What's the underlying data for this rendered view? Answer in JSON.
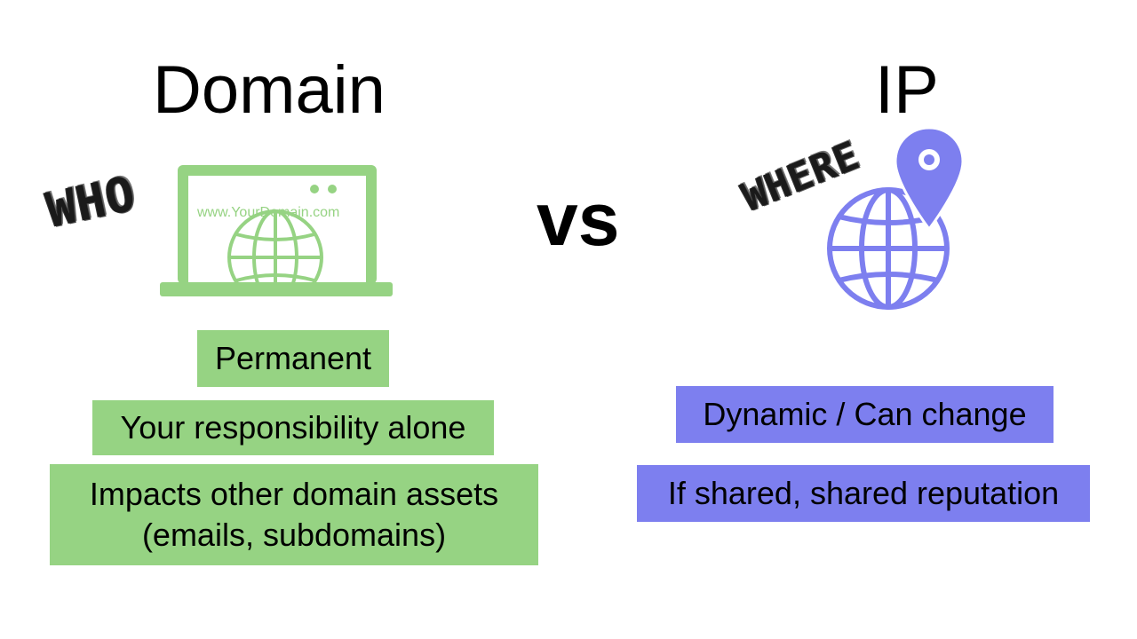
{
  "left": {
    "heading": "Domain",
    "scribble": "WHO",
    "url_text": "www.YourDomain.com",
    "boxes": [
      "Permanent",
      "Your responsibility alone",
      "Impacts other domain assets",
      "(emails, subdomains)"
    ],
    "color": "#96d383"
  },
  "vs": "vs",
  "right": {
    "heading": "IP",
    "scribble": "WHERE",
    "boxes": [
      "Dynamic / Can change",
      "If shared, shared reputation"
    ],
    "color": "#7d7fef"
  },
  "icons": {
    "left": "laptop-globe-icon",
    "right": "globe-location-pin-icon"
  }
}
